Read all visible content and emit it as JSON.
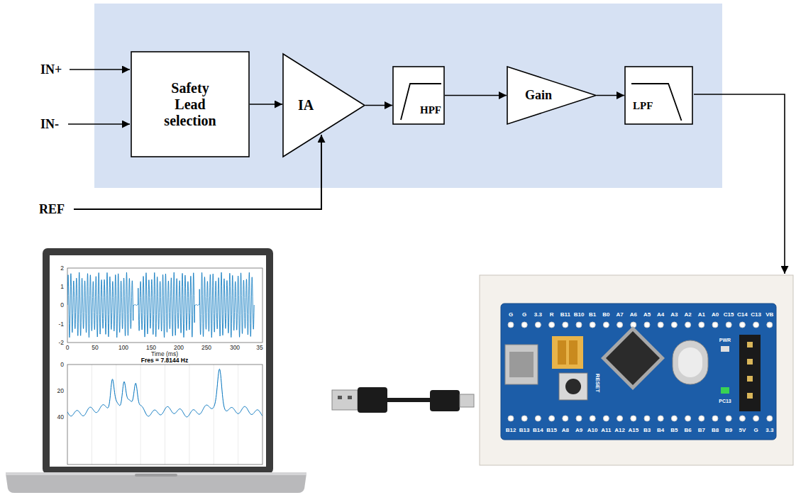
{
  "diagram": {
    "nodes": [
      {
        "text": [
          "Safety Lead selection"
        ]
      },
      {
        "text": [
          "IA"
        ]
      },
      {
        "text": [
          "HPF"
        ]
      },
      {
        "text": [
          "Gain"
        ]
      },
      {
        "text": [
          "LPF"
        ]
      }
    ],
    "edges": [
      {
        "from": 0,
        "to": 1,
        "arrow": "to"
      },
      {
        "from": 1,
        "to": 2,
        "arrow": "to"
      },
      {
        "from": 2,
        "to": 3,
        "arrow": "to"
      },
      {
        "from": 3,
        "to": 4,
        "arrow": "to"
      }
    ],
    "labels": [
      "IN+",
      "IN-",
      "REF",
      "2",
      "1",
      "0",
      "-1",
      "-2",
      "0",
      "50",
      "100",
      "150",
      "200",
      "250",
      "300",
      "35",
      "Time (ms)",
      "Fres = 7.8144 Hz",
      "0",
      "20",
      "40",
      "RESET",
      "PWR",
      "PC13",
      "G",
      "G",
      "3.3",
      "R",
      "B11",
      "B10",
      "B1",
      "B0",
      "A7",
      "A6",
      "A5",
      "A4",
      "A3",
      "A2",
      "A1",
      "A0",
      "C15",
      "C14",
      "C13",
      "VB",
      "B12",
      "B13",
      "B14",
      "B15",
      "A8",
      "A9",
      "A10",
      "A11",
      "A12",
      "A15",
      "B3",
      "B4",
      "B5",
      "B6",
      "B7",
      "B8",
      "B9",
      "5V",
      "G",
      "3.3"
    ]
  }
}
